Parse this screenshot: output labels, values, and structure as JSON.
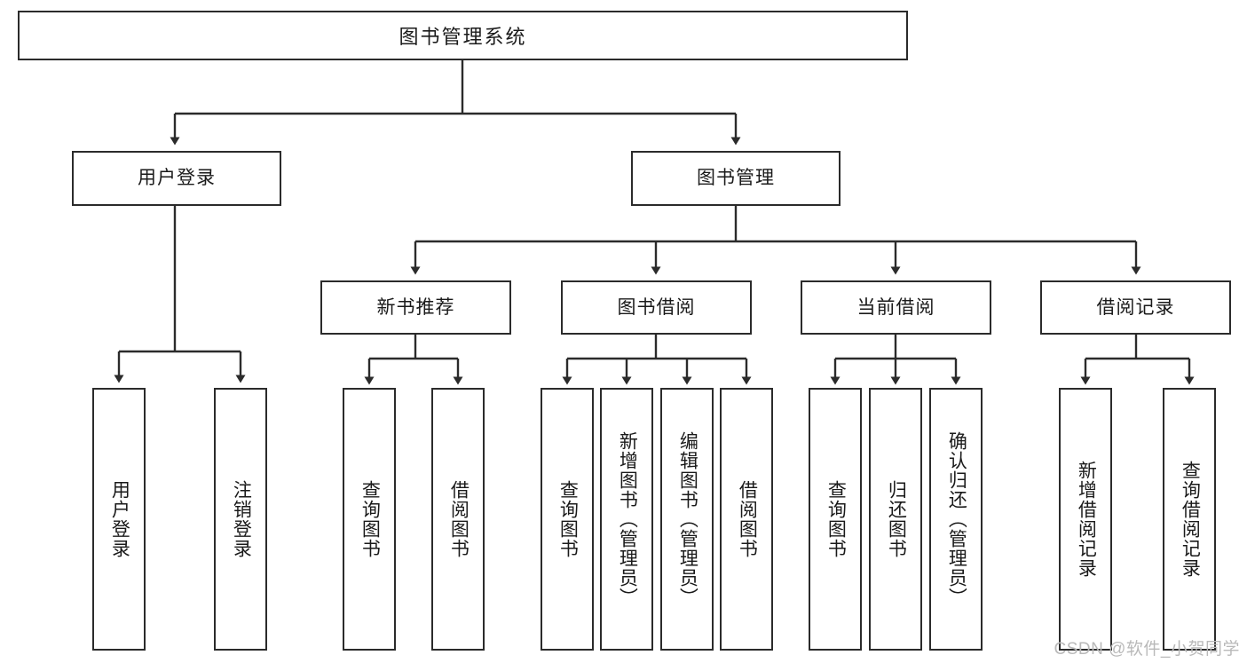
{
  "diagram": {
    "title_node": {
      "label": "图书管理系统"
    },
    "level2": [
      {
        "label": "用户登录"
      },
      {
        "label": "图书管理"
      }
    ],
    "level3": [
      {
        "label": "新书推荐"
      },
      {
        "label": "图书借阅"
      },
      {
        "label": "当前借阅"
      },
      {
        "label": "借阅记录"
      }
    ],
    "leaves_user_login": [
      {
        "label": "用户登录"
      },
      {
        "label": "注销登录"
      }
    ],
    "leaves_new_book": [
      {
        "label": "查询图书"
      },
      {
        "label": "借阅图书"
      }
    ],
    "leaves_borrow": [
      {
        "label": "查询图书"
      },
      {
        "label": "新增图书（管理员）"
      },
      {
        "label": "编辑图书（管理员）"
      },
      {
        "label": "借阅图书"
      }
    ],
    "leaves_current": [
      {
        "label": "查询图书"
      },
      {
        "label": "归还图书"
      },
      {
        "label": "确认归还（管理员）"
      }
    ],
    "leaves_records": [
      {
        "label": "新增借阅记录"
      },
      {
        "label": "查询借阅记录"
      }
    ]
  },
  "watermark": {
    "text": "CSDN @软件_小贺同学"
  },
  "colors": {
    "stroke": "#2b2b2b",
    "text": "#1a1a1a",
    "background": "#ffffff",
    "watermark": "#b9b9b9"
  }
}
